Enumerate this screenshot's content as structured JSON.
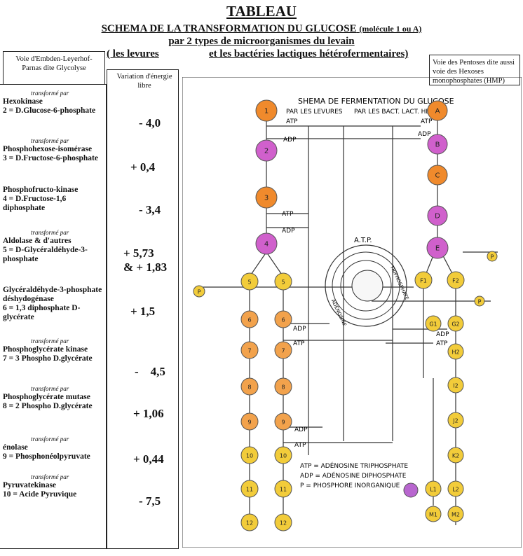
{
  "header": {
    "title": "TABLEAU",
    "subtitle_main": "SCHEMA DE LA TRANSFORMATION DU GLUCOSE",
    "subtitle_note": "(molécule 1 ou A)",
    "subtitle_line2": "par 2 types de microorganismes du levain",
    "subtitle_left": "( les levures",
    "subtitle_right": "et les bactéries lactiques hétérofermentaires)"
  },
  "left_header": "Voie d'Embden-Leyerhof-Parnas dite Glycolyse",
  "mid_header": "Variation d'énergie libre",
  "right_header": "Voie des Pentoses dite aussi voie des Hexoses monophosphates (HMP)",
  "transform_label": "transformé par",
  "steps": [
    {
      "by": "transformé par",
      "text": "Hexokinase\n2 = D.Glucose-6-phosphate"
    },
    {
      "by": "transformé par",
      "text": "Phosphohexose-isomérase\n3  = D.Fructose-6-phosphate"
    },
    {
      "by": "",
      "text": "Phosphofructo-kinase\n4 = D.Fructose-1,6 diphosphate"
    },
    {
      "by": "transformé par",
      "text": "Aldolase & d'autres\n5 = D-Glycéraldéhyde-3-phosphate"
    },
    {
      "by": "",
      "text": "Glycéraldéhyde-3-phosphate déshydogénase\n6 = 1,3 diphosphate D-glycérate"
    },
    {
      "by": "transformé par",
      "text": "Phosphoglycérate kinase\n7  = 3 Phospho D.glycérate"
    },
    {
      "by": "transformé par",
      "text": "Phosphoglycérate mutase\n8 = 2 Phospho D.glycérate"
    },
    {
      "by": "transformé par",
      "text": "énolase\n9 = Phosphonéolpyruvate"
    },
    {
      "by": "transformé par",
      "text": "Pyruvatekinase\n10 = Acide Pyruvique"
    }
  ],
  "energy_values": [
    "- 4,0",
    "+ 0,4",
    "- 3,4",
    "+ 5,73",
    "& + 1,83",
    "+ 1,5",
    "-    4,5",
    "+ 1,06",
    "+ 0,44",
    "- 7,5"
  ],
  "diagram": {
    "title": "SHEMA DE FERMENTATION DU GLUCOSE",
    "col_left": "PAR LES LEVURES",
    "col_right": "PAR LES BACT. LACT. HÉTÉRO",
    "atp_ring_label": "A.T.P.",
    "ring_left": "ADÉNOSINE",
    "ring_right": "TRIPHOSPHATE",
    "atp": "ATP",
    "adp": "ADP",
    "legend": [
      "ATP = ADÉNOSINE TRIPHOSPHATE",
      "ADP = ADÉNOSINE DIPHOSPHATE",
      "P = PHOSPHORE INORGANIQUE"
    ],
    "glyco_nodes": [
      "1",
      "2",
      "3",
      "4",
      "5",
      "5",
      "6",
      "6",
      "7",
      "7",
      "8",
      "8",
      "9",
      "9",
      "10",
      "10",
      "11",
      "11",
      "12",
      "12"
    ],
    "hmp_nodes": [
      "A",
      "B",
      "C",
      "D",
      "E",
      "F1",
      "F2",
      "G1",
      "G2",
      "H2",
      "I2",
      "J2",
      "K2",
      "L1",
      "L2",
      "M1",
      "M2"
    ],
    "p_label": "P"
  },
  "colors": {
    "orange": "#f08a2c",
    "magenta": "#d060cc",
    "light_orange": "#f2a24c",
    "yellow": "#f2cc3a",
    "purple": "#b866cf"
  }
}
